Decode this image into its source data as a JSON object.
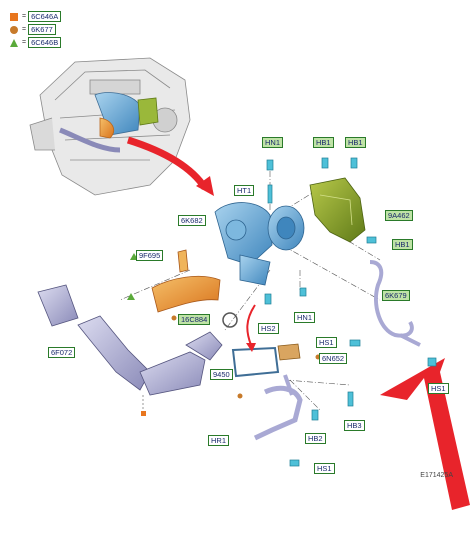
{
  "legend": [
    {
      "symbol": "square",
      "color": "#e8761e",
      "code": "6C646A"
    },
    {
      "symbol": "circle",
      "color": "#c77a2a",
      "code": "6K677"
    },
    {
      "symbol": "triangle",
      "color": "#5aaa3a",
      "code": "6C646B"
    }
  ],
  "labels": {
    "hn1_top": "HN1",
    "hb1_a": "HB1",
    "hb1_b": "HB1",
    "ht1": "HT1",
    "l6k682": "6K682",
    "l9a462": "9A462",
    "hb1_c": "HB1",
    "l9f695": "9F695",
    "l6k679": "6K679",
    "l16c884": "16C884",
    "hs2": "HS2",
    "hn1_b": "HN1",
    "l6f072": "6F072",
    "hs1_a": "HS1",
    "hs1_b": "HS1",
    "l9450": "9450",
    "l6n652": "6N652",
    "hb3": "HB3",
    "hb2": "HB2",
    "hr1": "HR1",
    "hs1_c": "HS1"
  },
  "reference": "E171425A",
  "colors": {
    "turbo": "#6aaed6",
    "heatshield": "#8ca52e",
    "orange_part": "#e89a3a",
    "pipe": "#b6b6d8",
    "arrow": "#e8242b",
    "tag_border": "#2a7a2a",
    "tag_fill": "#bfe3a6"
  }
}
